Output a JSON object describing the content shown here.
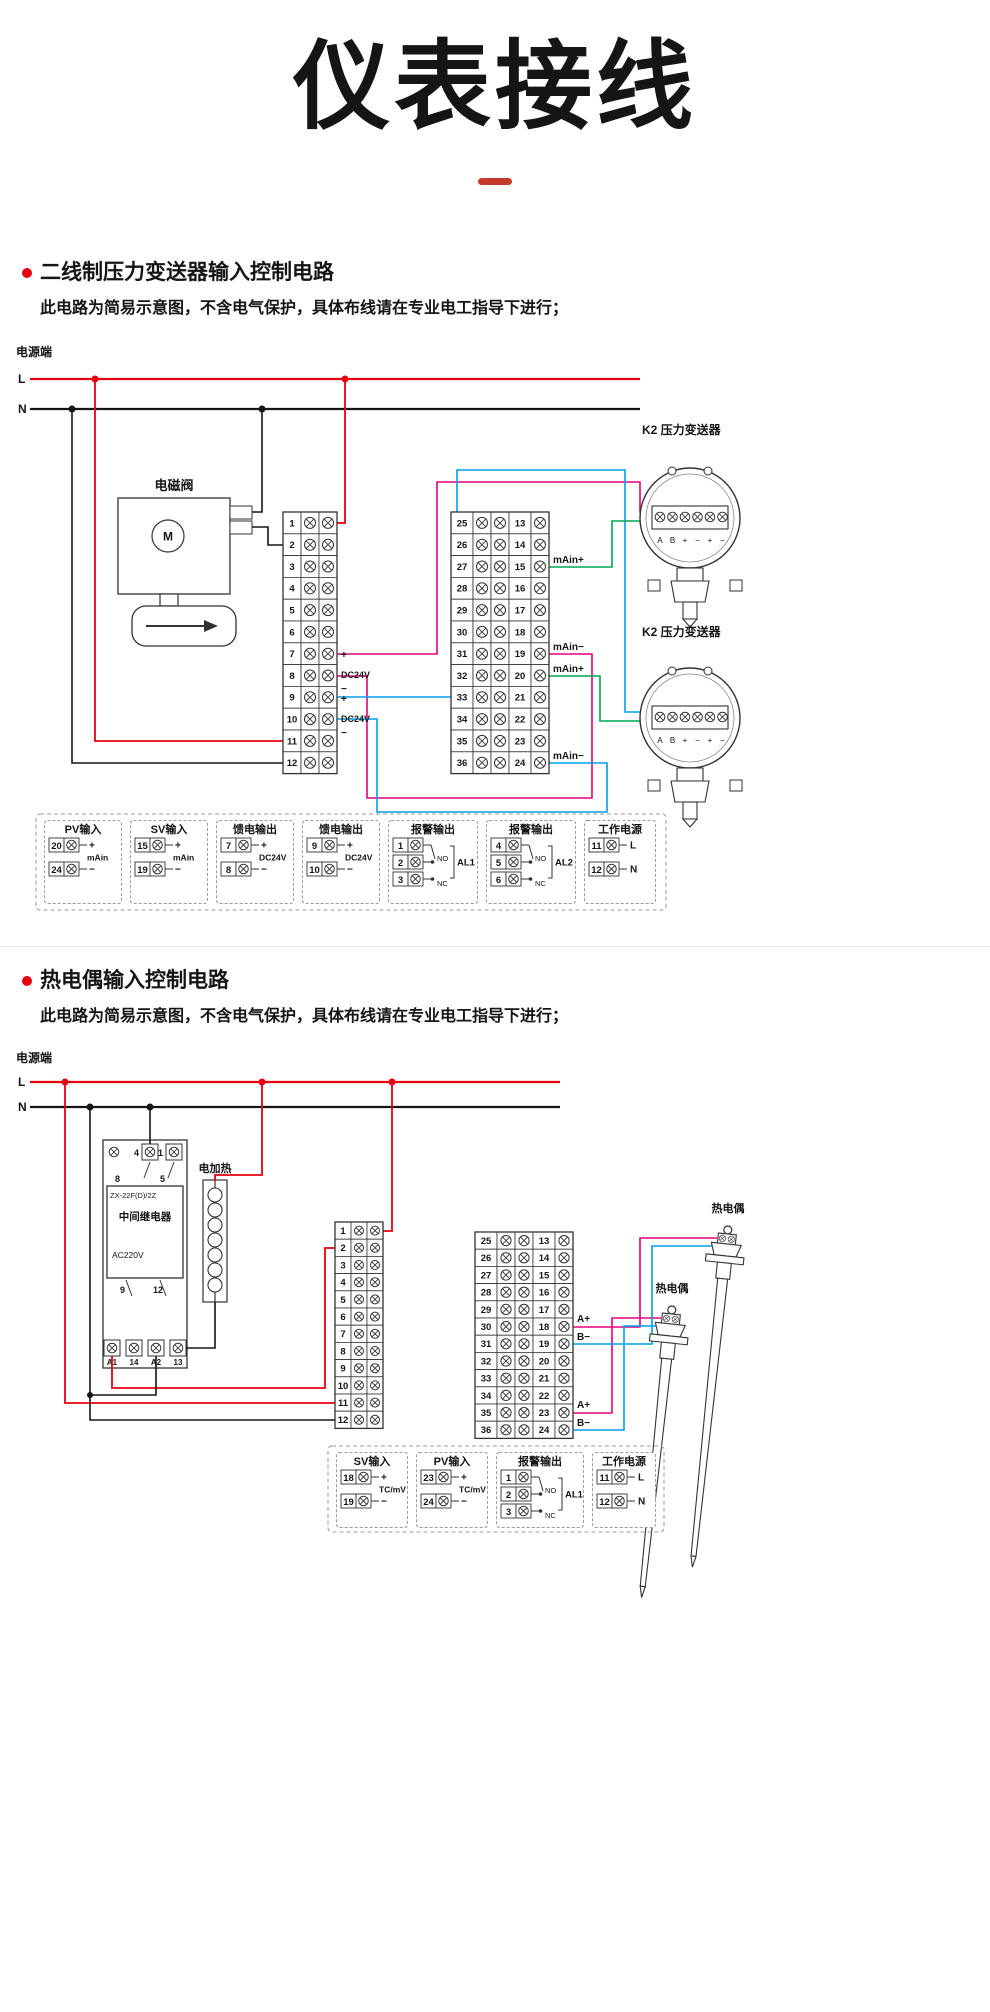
{
  "header": {
    "title": "仪表接线"
  },
  "colors": {
    "red": "#e60012",
    "magenta": "#e4007f",
    "blue": "#00a0e9",
    "green": "#00a651",
    "ink": "#111111",
    "line": "#333333",
    "dash": "#c23b2b",
    "divider": "#e4e4e4"
  },
  "sections": [
    {
      "heading": "二线制压力变送器输入控制电路",
      "note": "此电路为简易示意图，不含电气保护，具体布线请在专业电工指导下进行；",
      "power_label": "电源端",
      "line_l": "L",
      "line_n": "N",
      "solenoid_label": "电磁阀",
      "motor_label": "M",
      "transmitter_label": "K2 压力变送器",
      "pins": [
        "A",
        "B",
        "+",
        "−",
        "+",
        "−"
      ],
      "dc": {
        "p1": "+",
        "d1": "DC24V",
        "m1": "−",
        "p2": "+",
        "d2": "DC24V",
        "m2": "−"
      },
      "ma_labels": [
        "mAin+",
        "mAin−",
        "mAin+",
        "mAin−"
      ],
      "strips": {
        "left": {
          "a": [
            "1",
            "2",
            "3",
            "4",
            "5",
            "6",
            "7",
            "8",
            "9",
            "10",
            "11",
            "12"
          ]
        },
        "right": {
          "a": [
            "25",
            "26",
            "27",
            "28",
            "29",
            "30",
            "31",
            "32",
            "33",
            "34",
            "35",
            "36"
          ],
          "b": [
            "13",
            "14",
            "15",
            "16",
            "17",
            "18",
            "19",
            "20",
            "21",
            "22",
            "23",
            "24"
          ]
        }
      },
      "legend": [
        {
          "title": "PV输入",
          "type": "io",
          "rows": [
            [
              "20",
              "+"
            ],
            [
              "24",
              "−"
            ]
          ],
          "label": "mAin"
        },
        {
          "title": "SV输入",
          "type": "io",
          "rows": [
            [
              "15",
              "+"
            ],
            [
              "19",
              "−"
            ]
          ],
          "label": "mAin"
        },
        {
          "title": "馈电输出",
          "type": "io",
          "rows": [
            [
              "7",
              "+"
            ],
            [
              "8",
              "−"
            ]
          ],
          "label": "DC24V"
        },
        {
          "title": "馈电输出",
          "type": "io",
          "rows": [
            [
              "9",
              "+"
            ],
            [
              "10",
              "−"
            ]
          ],
          "label": "DC24V"
        },
        {
          "title": "报警输出",
          "type": "alarm",
          "rows": [
            [
              "1",
              ""
            ],
            [
              "2",
              "NO"
            ],
            [
              "3",
              "NC"
            ]
          ],
          "label": "AL1"
        },
        {
          "title": "报警输出",
          "type": "alarm",
          "rows": [
            [
              "4",
              ""
            ],
            [
              "5",
              "NO"
            ],
            [
              "6",
              "NC"
            ]
          ],
          "label": "AL2"
        },
        {
          "title": "工作电源",
          "type": "power",
          "rows": [
            [
              "11",
              "L"
            ],
            [
              "12",
              "N"
            ]
          ],
          "label": ""
        }
      ]
    },
    {
      "heading": "热电偶输入控制电路",
      "note": "此电路为简易示意图，不含电气保护，具体布线请在专业电工指导下进行；",
      "power_label": "电源端",
      "line_l": "L",
      "line_n": "N",
      "relay": {
        "model": "ZX-22F(D)/2Z",
        "name": "中间继电器",
        "volt": "AC220V",
        "t1": "4",
        "t2": "1",
        "m1": "8",
        "m2": "5",
        "l1": "9",
        "l2": "12",
        "b1": "A1",
        "b2": "14",
        "b3": "A2",
        "b4": "13"
      },
      "heater_label": "电加热",
      "tc_label": "热电偶",
      "io_labels": [
        "A+",
        "B−",
        "A+",
        "B−"
      ],
      "strips": {
        "left": {
          "a": [
            "1",
            "2",
            "3",
            "4",
            "5",
            "6",
            "7",
            "8",
            "9",
            "10",
            "11",
            "12"
          ]
        },
        "right": {
          "a": [
            "25",
            "26",
            "27",
            "28",
            "29",
            "30",
            "31",
            "32",
            "33",
            "34",
            "35",
            "36"
          ],
          "b": [
            "13",
            "14",
            "15",
            "16",
            "17",
            "18",
            "19",
            "20",
            "21",
            "22",
            "23",
            "24"
          ]
        }
      },
      "legend": [
        {
          "title": "SV输入",
          "type": "io",
          "rows": [
            [
              "18",
              "+"
            ],
            [
              "19",
              "−"
            ]
          ],
          "label": "TC/mV"
        },
        {
          "title": "PV输入",
          "type": "io",
          "rows": [
            [
              "23",
              "+"
            ],
            [
              "24",
              "−"
            ]
          ],
          "label": "TC/mV"
        },
        {
          "title": "报警输出",
          "type": "alarm",
          "rows": [
            [
              "1",
              ""
            ],
            [
              "2",
              "NO"
            ],
            [
              "3",
              "NC"
            ]
          ],
          "label": "AL1"
        },
        {
          "title": "工作电源",
          "type": "power",
          "rows": [
            [
              "11",
              "L"
            ],
            [
              "12",
              "N"
            ]
          ],
          "label": ""
        }
      ]
    }
  ]
}
